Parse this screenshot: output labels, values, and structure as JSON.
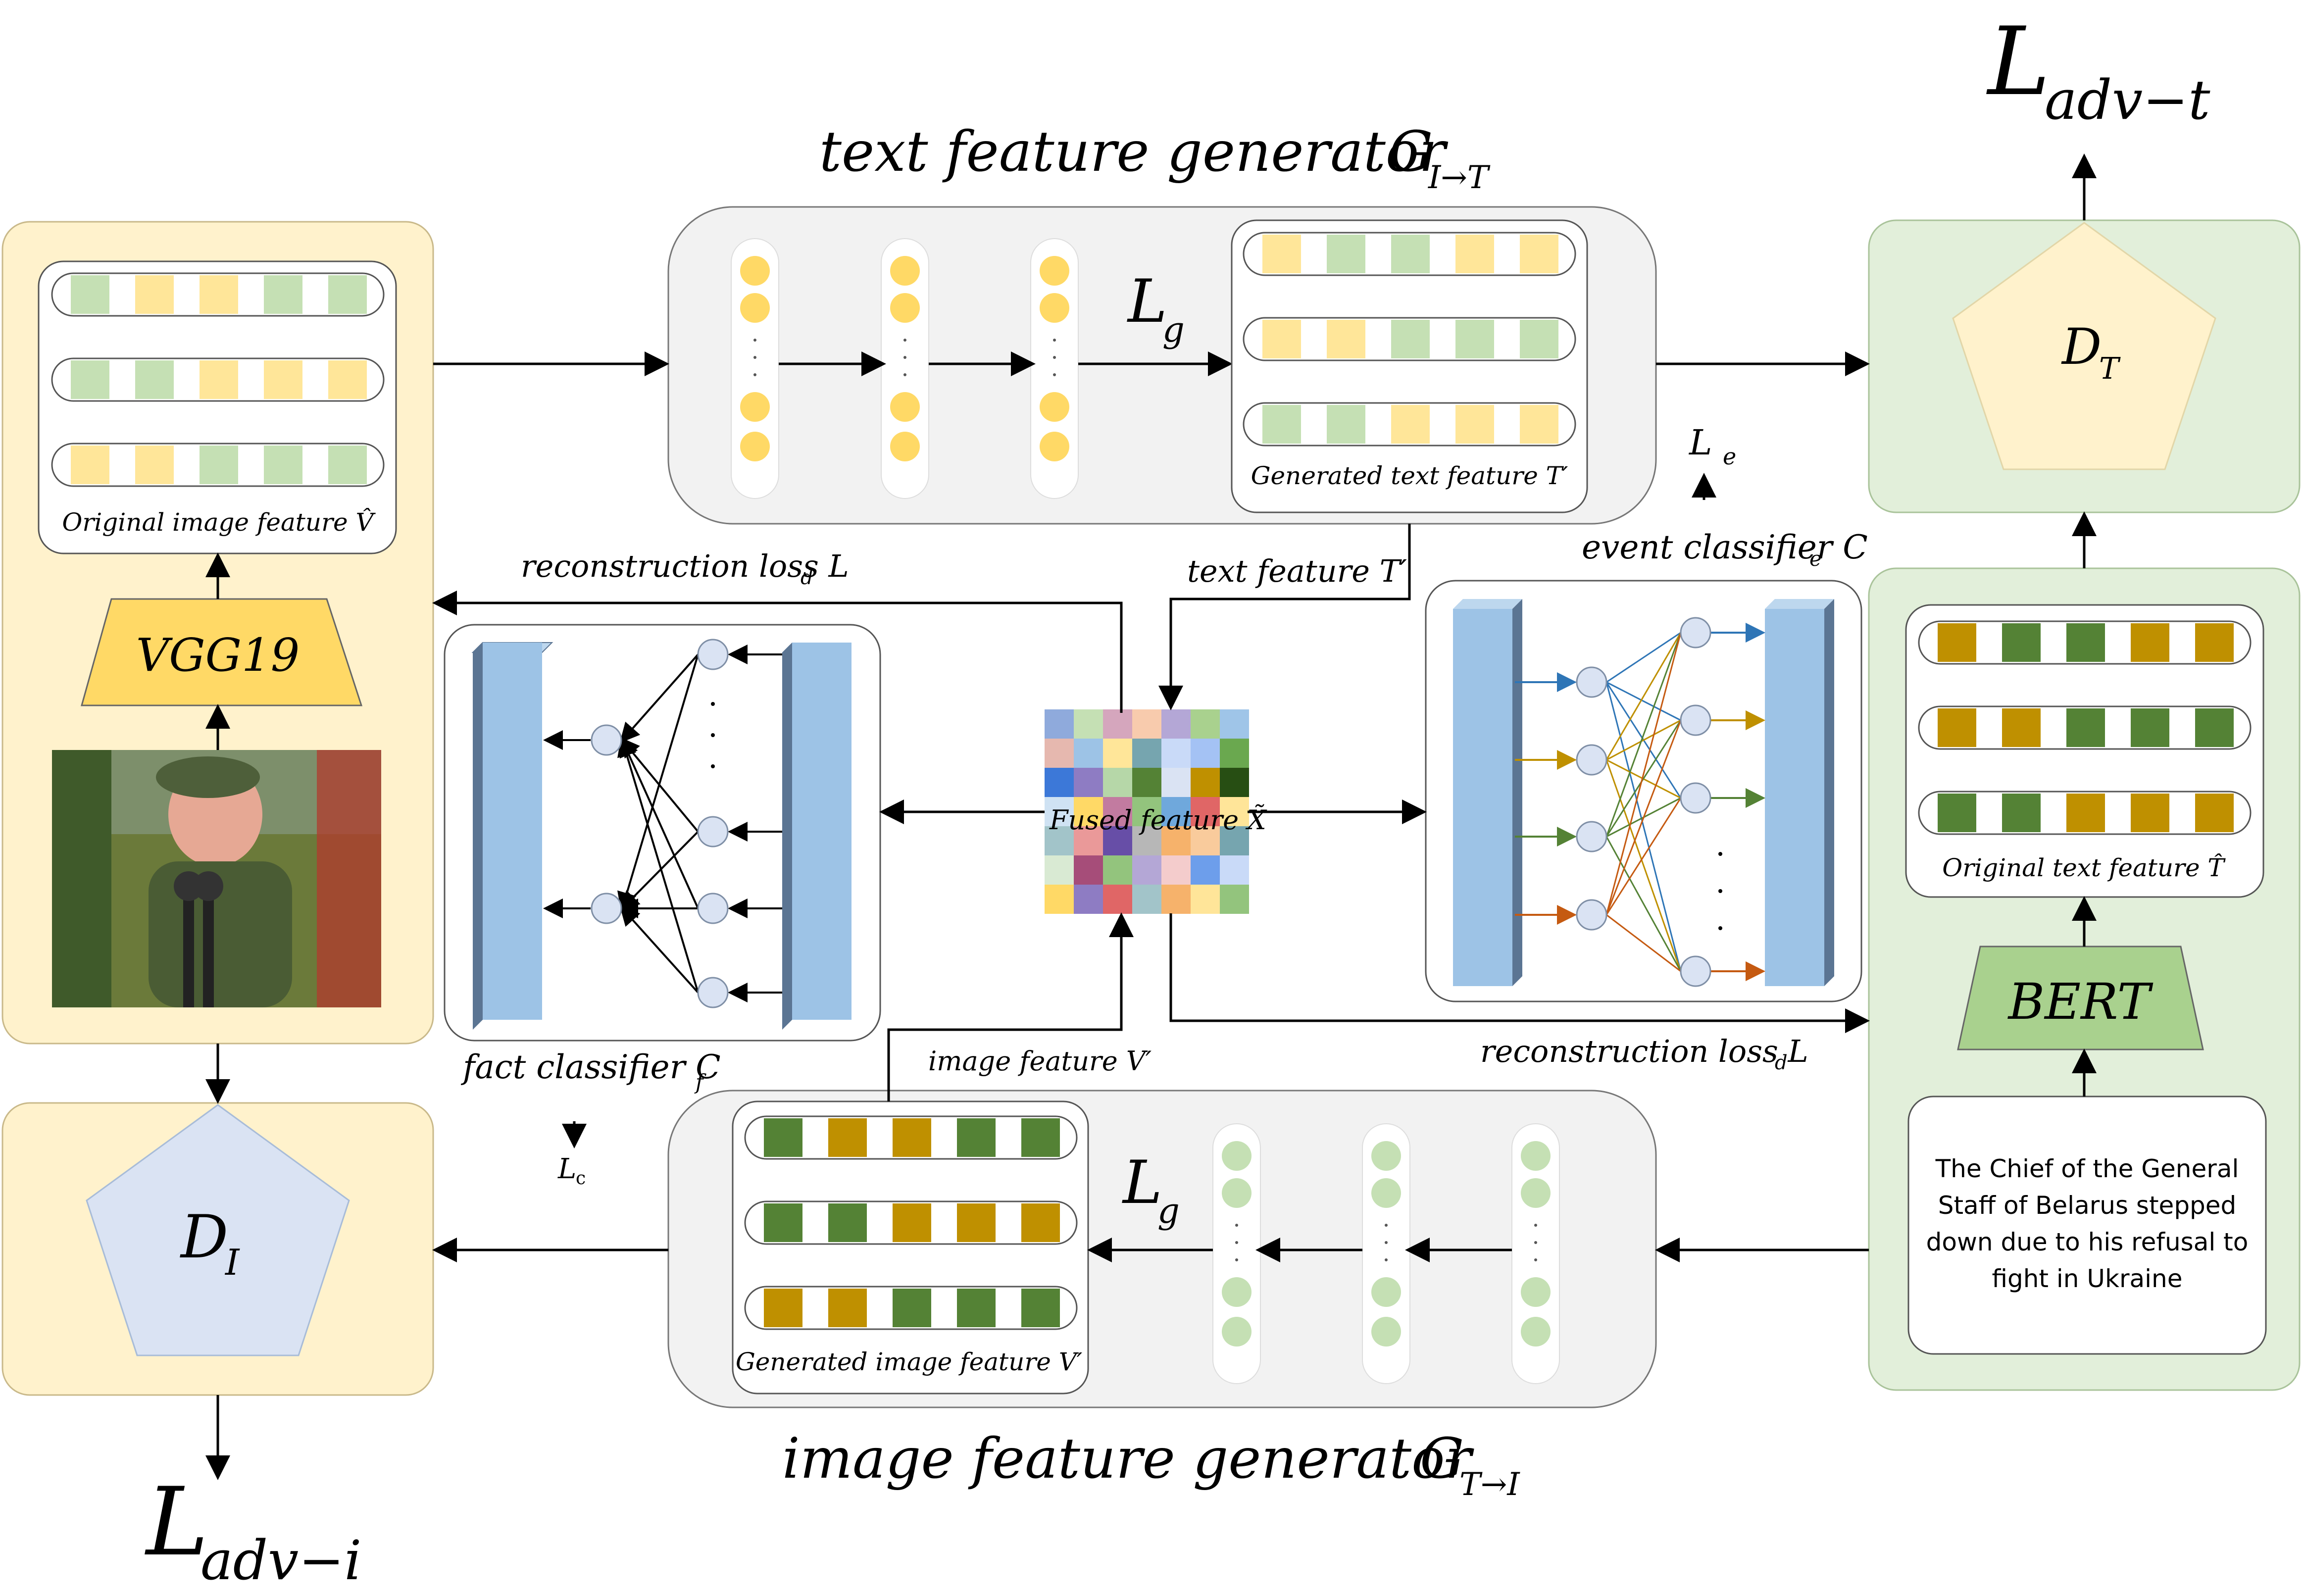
{
  "labels": {
    "text_generator": "text feature generator",
    "text_generator_sub": "I→T",
    "image_generator": "image feature generator",
    "image_generator_sub": "T→I",
    "g_symbol": "G",
    "l_adv_t": "L",
    "l_adv_t_sub": "adv−t",
    "l_adv_i": "L",
    "l_adv_i_sub": "adv−i",
    "d_t": "D",
    "d_t_sub": "T",
    "d_i": "D",
    "d_i_sub": "I",
    "vgg": "VGG19",
    "bert": "BERT",
    "lg_top": "L",
    "lg_top_sub": "g",
    "lg_bottom": "L",
    "lg_bottom_sub": "g",
    "le": "L",
    "le_sub": "e",
    "lc": "L",
    "lc_sub": "c",
    "original_image_feature": "Original image feature V̂",
    "generated_text_feature": "Generated text feature T′",
    "original_text_feature": "Original text feature T̂",
    "generated_image_feature": "Generated image feature V′",
    "reconstruction_loss_top": "reconstruction loss L",
    "reconstruction_loss_top_sub": "d",
    "reconstruction_loss_bottom": "reconstruction loss L",
    "reconstruction_loss_bottom_sub": "d",
    "text_feature": "text feature T′",
    "image_feature": "image feature V′",
    "fused_feature": "Fused feature X̃",
    "event_classifier": "event classifier C",
    "event_classifier_sub": "e",
    "fact_classifier": "fact classifier C",
    "fact_classifier_sub": "f",
    "news_text": [
      "The Chief of the General",
      "Staff of Belarus stepped",
      "down due to his refusal to",
      "fight in Ukraine"
    ]
  },
  "colors": {
    "image_panel": "#fff2cc",
    "text_panel": "#e2efda",
    "generator_panel": "#f2f2f2",
    "yellow_node": "#ffd966",
    "green_node": "#c5e0b4",
    "light_green_bar": "#c5e0b4",
    "light_yellow_bar": "#ffe699",
    "dark_green_bar": "#548235",
    "dark_gold_bar": "#bf9000",
    "classifier_bar": "#9dc3e6",
    "classifier_bar_side": "#5b7593",
    "neuron": "#dae3f3",
    "pentagon_t": "#fff2cc",
    "pentagon_i": "#dae3f3"
  },
  "icons": {
    "photo": "photo-of-military-officer-speaking"
  }
}
